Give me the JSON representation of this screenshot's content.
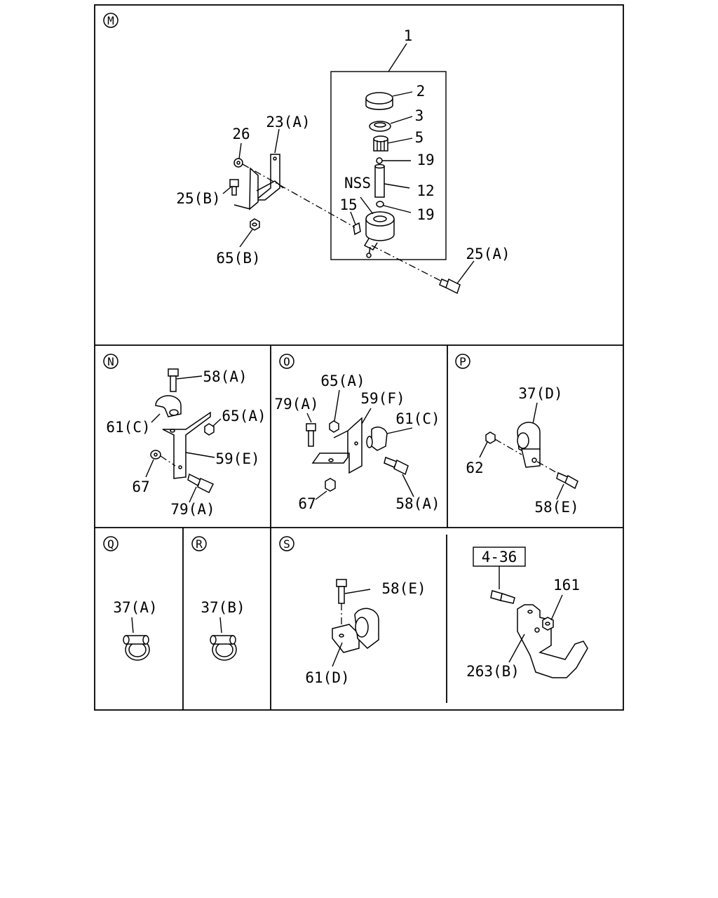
{
  "panels": {
    "M": {
      "letter": "M",
      "labels": {
        "p1": "1",
        "p2": "2",
        "p3": "3",
        "p5": "5",
        "p19a": "19",
        "p12": "12",
        "p19b": "19",
        "nss": "NSS",
        "p15": "15",
        "p26": "26",
        "p23a": "23(A)",
        "p25b": "25(B)",
        "p65b": "65(B)",
        "p25a": "25(A)"
      }
    },
    "N": {
      "letter": "N",
      "labels": {
        "p58a": "58(A)",
        "p61c": "61(C)",
        "p65a": "65(A)",
        "p59e": "59(E)",
        "p67": "67",
        "p79a": "79(A)"
      }
    },
    "O": {
      "letter": "O",
      "labels": {
        "p65a": "65(A)",
        "p79a": "79(A)",
        "p59f": "59(F)",
        "p61c": "61(C)",
        "p67": "67",
        "p58a": "58(A)"
      }
    },
    "P": {
      "letter": "P",
      "labels": {
        "p37d": "37(D)",
        "p62": "62",
        "p58e": "58(E)"
      }
    },
    "Q": {
      "letter": "Q",
      "labels": {
        "p37a": "37(A)"
      }
    },
    "R": {
      "letter": "R",
      "labels": {
        "p37b": "37(B)"
      }
    },
    "S": {
      "letter": "S",
      "labels": {
        "p58e": "58(E)",
        "p61d": "61(D)"
      }
    },
    "T": {
      "labels": {
        "ref": "4-36",
        "p161": "161",
        "p263b": "263(B)"
      }
    }
  }
}
